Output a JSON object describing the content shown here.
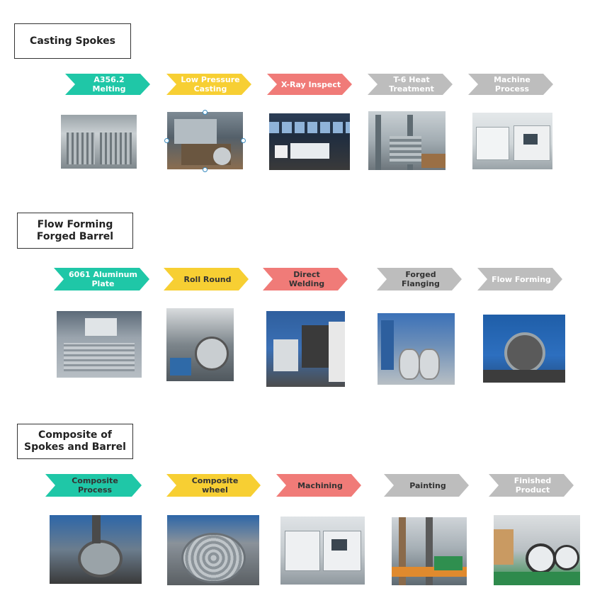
{
  "colors": {
    "teal": "#1fc7a7",
    "yellow": "#f7cf33",
    "salmon": "#f07b78",
    "gray": "#bdbdbd"
  },
  "sections": [
    {
      "title": "Casting Spokes",
      "steps": [
        {
          "label": "A356.2 Melting",
          "color": "teal"
        },
        {
          "label": "Low Pressure\nCasting",
          "color": "yellow"
        },
        {
          "label": "X-Ray Inspect",
          "color": "salmon"
        },
        {
          "label": "T-6 Heat\nTreatment",
          "color": "gray"
        },
        {
          "label": "Machine\nProcess",
          "color": "gray"
        }
      ]
    },
    {
      "title": "Flow Forming\nForged Barrel",
      "steps": [
        {
          "label": "6061 Aluminum\nPlate",
          "color": "teal"
        },
        {
          "label": "Roll Round",
          "color": "yellow"
        },
        {
          "label": "Direct Welding",
          "color": "salmon"
        },
        {
          "label": "Forged\nFlanging",
          "color": "gray"
        },
        {
          "label": "Flow Forming",
          "color": "gray"
        }
      ]
    },
    {
      "title": "Composite of\nSpokes and Barrel",
      "steps": [
        {
          "label": "Composite\nProcess",
          "color": "teal"
        },
        {
          "label": "Composite wheel",
          "color": "yellow"
        },
        {
          "label": "Machining",
          "color": "salmon"
        },
        {
          "label": "Painting",
          "color": "gray"
        },
        {
          "label": "Finished\nProduct",
          "color": "gray"
        }
      ]
    }
  ]
}
